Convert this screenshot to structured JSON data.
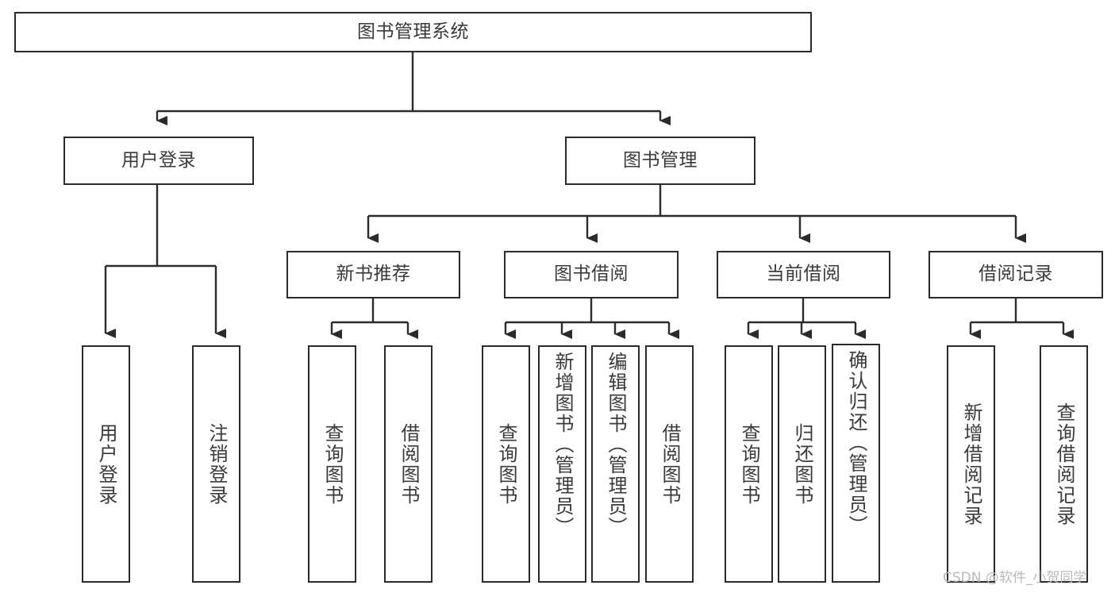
{
  "diagram": {
    "type": "tree",
    "title": "图书管理系统",
    "orientation": "top-down",
    "line_color": "#2b2b2b",
    "box_fill": "#ffffff",
    "text_color": "#3a3a3a",
    "levels": 4,
    "nodes": {
      "root": "图书管理系统",
      "l2_user_login": "用户登录",
      "l2_book_manage": "图书管理",
      "l3_new_book_rec": "新书推荐",
      "l3_book_borrow": "图书借阅",
      "l3_current_borrow": "当前借阅",
      "l3_borrow_record": "借阅记录",
      "leaf_user_login": "用户登录",
      "leaf_user_logout": "注销登录",
      "leaf_rec_query_book": "查询图书",
      "leaf_rec_borrow_book": "借阅图书",
      "leaf_borrow_query_book": "查询图书",
      "leaf_borrow_add_book": "新增图书（管理员）",
      "leaf_borrow_edit_book": "编辑图书（管理员）",
      "leaf_borrow_borrow_book": "借阅图书",
      "leaf_cur_query_book": "查询图书",
      "leaf_cur_return_book": "归还图书",
      "leaf_cur_confirm_return": "确认归还（管理员）",
      "leaf_rec_add_record": "新增借阅记录",
      "leaf_rec_query_record": "查询借阅记录"
    }
  },
  "watermark": {
    "text": "CSDN @软件_小贺同学"
  }
}
